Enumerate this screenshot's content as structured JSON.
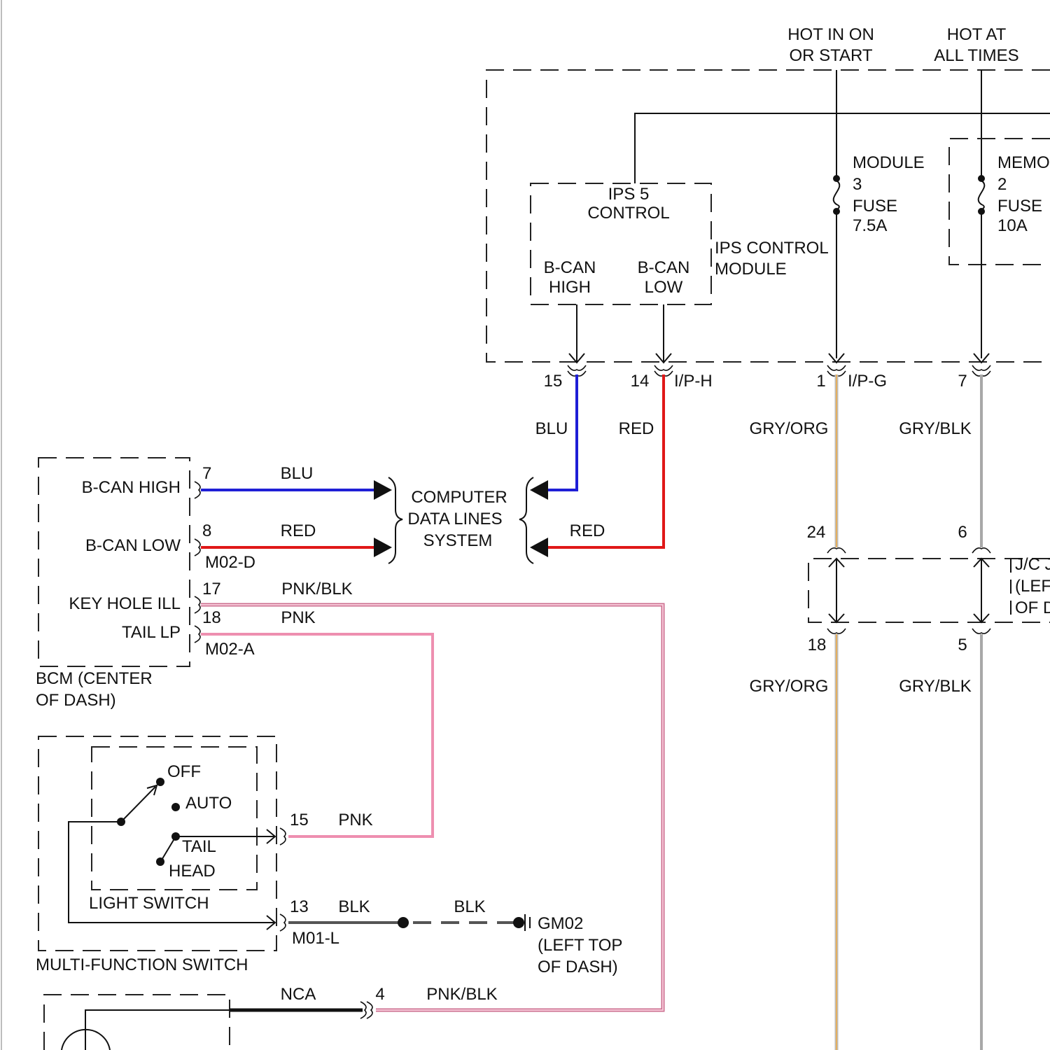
{
  "power": {
    "hot_in_on_start": [
      "HOT IN ON",
      "OR START"
    ],
    "hot_at_all_times": [
      "HOT AT",
      "ALL TIMES"
    ]
  },
  "ips_module": {
    "name": [
      "IPS CONTROL",
      "MODULE"
    ],
    "control_title": [
      "IPS 5",
      "CONTROL"
    ],
    "bcan_high": [
      "B-CAN",
      "HIGH"
    ],
    "bcan_low": [
      "B-CAN",
      "LOW"
    ],
    "connector_h": "I/P-H",
    "connector_g": "I/P-G",
    "pin_bcan_high": "15",
    "pin_bcan_low": "14",
    "pin_module_fuse": "1",
    "pin_memory_fuse": "7"
  },
  "fuses": {
    "module": [
      "MODULE",
      "3",
      "FUSE",
      "7.5A"
    ],
    "memory": [
      "MEMO",
      "2",
      "FUSE",
      "10A"
    ]
  },
  "wires": {
    "blu": "BLU",
    "red": "RED",
    "gry_org": "GRY/ORG",
    "gry_blk": "GRY/BLK",
    "pnk_blk": "PNK/BLK",
    "pnk": "PNK",
    "blk": "BLK",
    "nca": "NCA"
  },
  "bcm": {
    "name": [
      "BCM (CENTER",
      "OF DASH)"
    ],
    "bcan_high": "B-CAN HIGH",
    "bcan_low": "B-CAN LOW",
    "key_hole_ill": "KEY HOLE ILL",
    "tail_lp": "TAIL LP",
    "pin_bcan_high": "7",
    "pin_bcan_low": "8",
    "pin_key_hole": "17",
    "pin_tail_lp": "18",
    "connector_d": "M02-D",
    "connector_a": "M02-A"
  },
  "data_lines": [
    "COMPUTER",
    "DATA LINES",
    "SYSTEM"
  ],
  "junction": {
    "name": [
      "J/C J",
      "(LEF",
      "OF D"
    ],
    "pin_top_left": "24",
    "pin_top_right": "6",
    "pin_bottom_left": "18",
    "pin_bottom_right": "5"
  },
  "multi_function_switch": {
    "name": "MULTI-FUNCTION SWITCH",
    "light_switch": "LIGHT SWITCH",
    "positions": [
      "OFF",
      "AUTO",
      "TAIL",
      "HEAD"
    ],
    "pin_tail": "15",
    "pin_ground": "13",
    "connector": "M01-L"
  },
  "ground": {
    "name": [
      "GM02",
      "(LEFT TOP",
      "OF DASH)"
    ]
  },
  "bottom_connector": {
    "pin": "4"
  }
}
